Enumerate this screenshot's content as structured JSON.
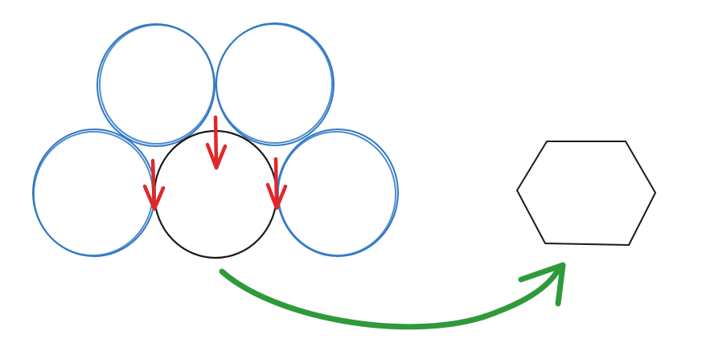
{
  "diagram": {
    "background_color": "#ffffff",
    "colors": {
      "neighbor_circle": "#2f78c4",
      "center_circle": "#1a1a1a",
      "force_arrow": "#e0282c",
      "transform_arrow": "#2f9a3a",
      "hexagon": "#1a1a1a"
    },
    "circles": [
      {
        "name": "top-left-circle",
        "role": "neighbor"
      },
      {
        "name": "top-right-circle",
        "role": "neighbor"
      },
      {
        "name": "left-circle",
        "role": "neighbor"
      },
      {
        "name": "right-circle",
        "role": "neighbor"
      },
      {
        "name": "center-circle",
        "role": "center"
      }
    ],
    "force_arrows": [
      {
        "name": "force-arrow-left",
        "direction": "down"
      },
      {
        "name": "force-arrow-top",
        "direction": "down"
      },
      {
        "name": "force-arrow-right",
        "direction": "down"
      }
    ],
    "transform_arrow": {
      "name": "transform-arrow",
      "direction": "right"
    },
    "result_shape": {
      "name": "hexagon-shape",
      "shape": "hexagon"
    }
  }
}
